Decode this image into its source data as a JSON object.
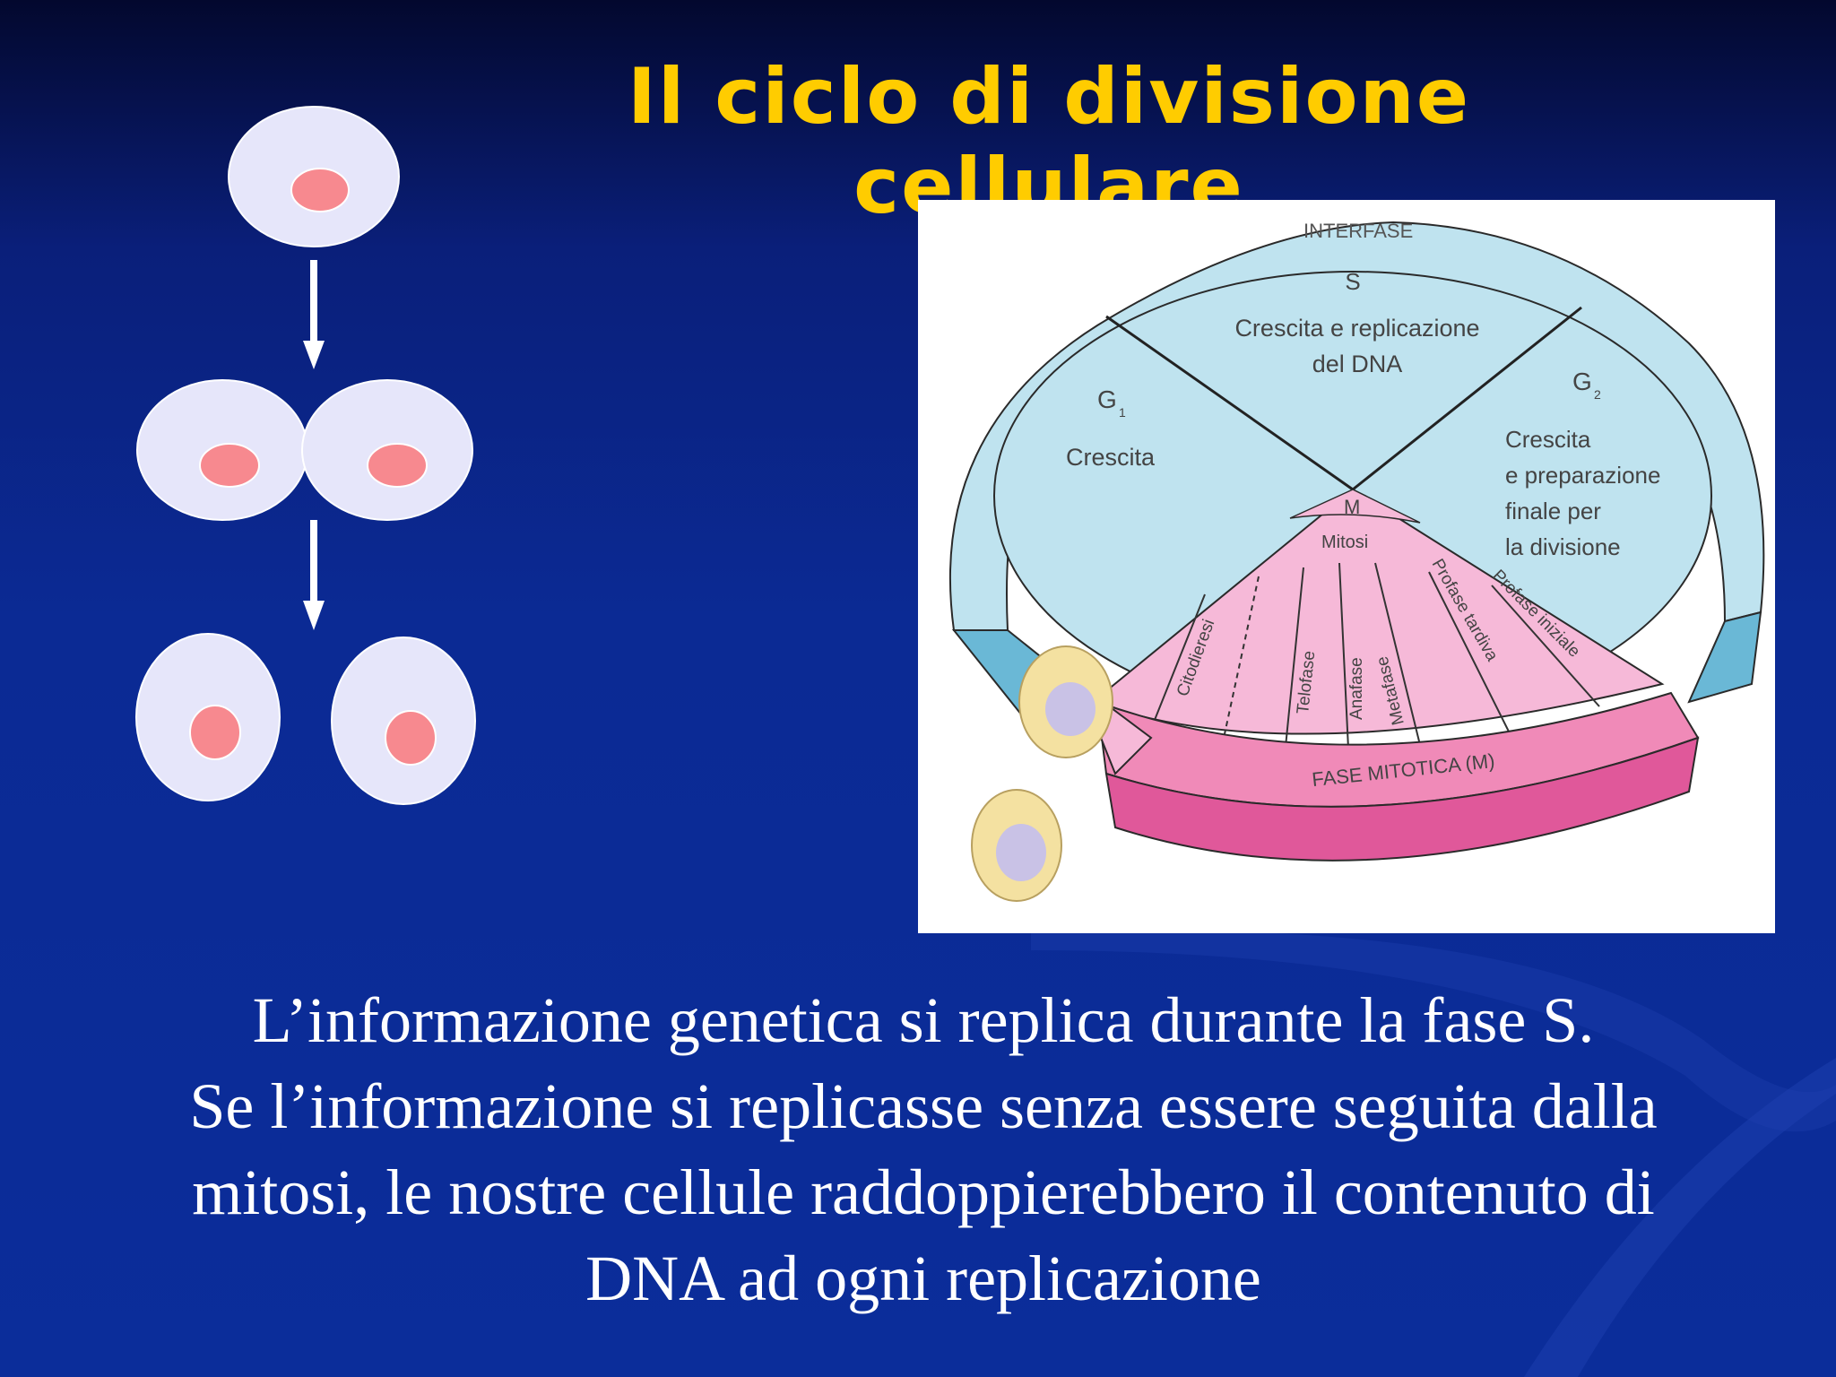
{
  "title": "Il ciclo di divisione cellulare",
  "diagram": {
    "interphase_label": "INTERFASE",
    "s_phase": {
      "name": "S",
      "desc_line1": "Crescita e replicazione",
      "desc_line2": "del DNA"
    },
    "g1_phase": {
      "name": "G",
      "sub": "1",
      "desc": "Crescita"
    },
    "g2_phase": {
      "name": "G",
      "sub": "2",
      "desc_line1": "Crescita",
      "desc_line2": "e preparazione",
      "desc_line3": "finale per",
      "desc_line4": "la divisione"
    },
    "m_label": "M",
    "mitosis_label": "Mitosi",
    "subphases": [
      "Citodieresi",
      "Telofase",
      "Anafase",
      "Metafase",
      "Profase tardiva",
      "Profase iniziale"
    ],
    "mitotic_phase_label": "FASE MITOTICA (M)"
  },
  "body": [
    "L’informazione genetica si replica durante la fase S.",
    "Se l’informazione si replicasse senza essere seguita dalla",
    "mitosi, le nostre cellule raddoppierebbero il contenuto di",
    "DNA ad ogni replicazione"
  ],
  "colors": {
    "title": "#ffcc00",
    "cell_fill": "#e6e6fa",
    "nucleus_fill": "#f7898f",
    "interphase": "#bfe3ef",
    "mitosis": "#f6b9d8"
  }
}
